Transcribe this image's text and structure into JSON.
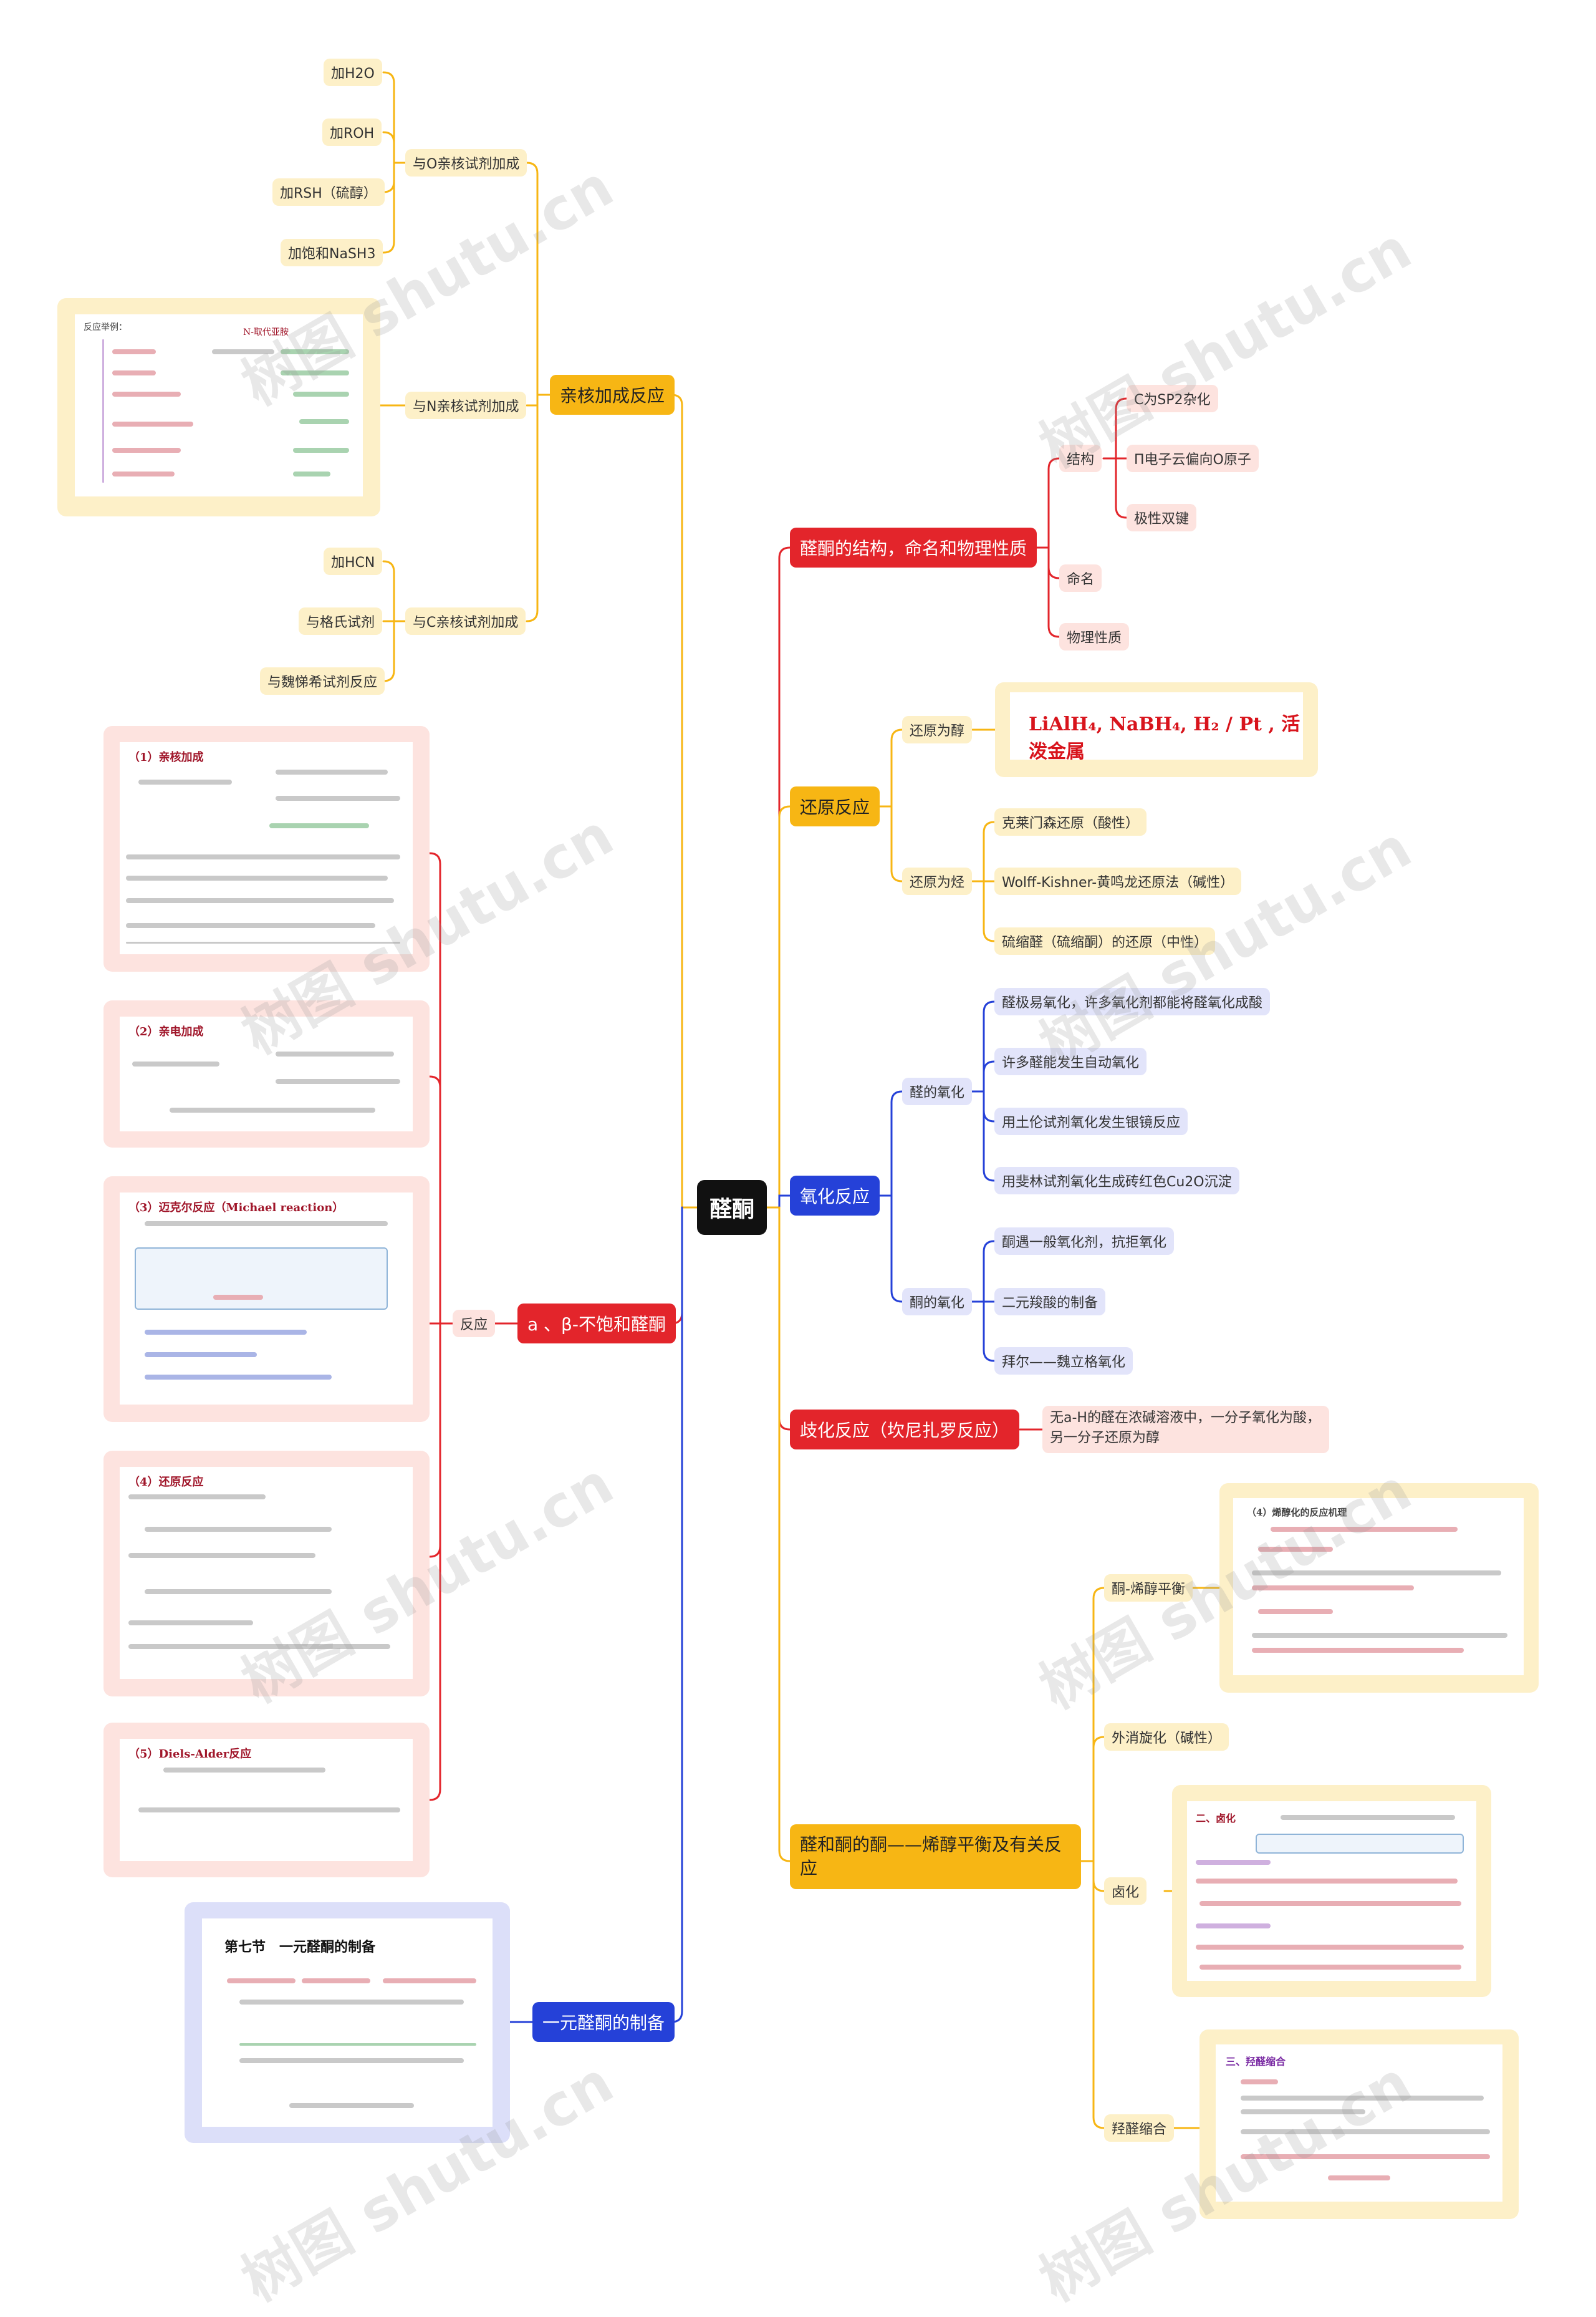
{
  "center": "醛酮",
  "branches": {
    "structure": {
      "label": "醛酮的结构，命名和物理性质",
      "items": {
        "struct": "结构",
        "sp2": "C为SP2杂化",
        "pi": "Π电子云偏向O原子",
        "polar": "极性双键",
        "naming": "命名",
        "phys": "物理性质"
      }
    },
    "reduction": {
      "label": "还原反应",
      "to_alcohol": "还原为醇",
      "to_alcohol_formula": "LiAlH₄, NaBH₄, H₂ / Pt , 活泼金属",
      "to_hydrocarbon": "还原为烃",
      "methods": [
        "克莱门森还原（酸性）",
        "Wolff-Kishner-黄鸣龙还原法（碱性）",
        "硫缩醛（硫缩酮）的还原（中性）"
      ]
    },
    "oxidation": {
      "label": "氧化反应",
      "aldehyde": "醛的氧化",
      "aldehyde_items": [
        "醛极易氧化，许多氧化剂都能将醛氧化成酸",
        "许多醛能发生自动氧化",
        "用土伦试剂氧化发生银镜反应",
        "用斐林试剂氧化生成砖红色Cu2O沉淀"
      ],
      "ketone": "酮的氧化",
      "ketone_items": [
        "酮遇一般氧化剂，抗拒氧化",
        "二元羧酸的制备",
        "拜尔——魏立格氧化"
      ]
    },
    "cannizzaro": {
      "label": "歧化反应（坎尼扎罗反应）",
      "desc": "无a-H的醛在浓碱溶液中，一分子氧化为酸，另一分子还原为醇"
    },
    "enol": {
      "label": "醛和酮的酮——烯醇平衡及有关反应",
      "items": [
        "酮-烯醇平衡",
        "外消旋化（碱性）",
        "卤化",
        "羟醛缩合"
      ]
    },
    "nucleophilic": {
      "label": "亲核加成反应",
      "o_group": "与O亲核试剂加成",
      "o_items": [
        "加H2O",
        "加ROH",
        "加RSH（硫醇）",
        "加饱和NaSH3"
      ],
      "n_group": "与N亲核试剂加成",
      "c_group": "与C亲核试剂加成",
      "c_items": [
        "加HCN",
        "与格氏试剂",
        "与魏悌希试剂反应"
      ]
    },
    "unsaturated": {
      "label": "a 、β-不饱和醛酮",
      "reaction": "反应"
    },
    "preparation": {
      "label": "一元醛酮的制备"
    }
  },
  "figures": {
    "n_reaction_title": "反应举例：",
    "n_reaction_note": "N-取代亚胺",
    "nucleophilic_add": "（1）亲核加成",
    "electrophilic_add": "（2）亲电加成",
    "michael": "（3）迈克尔反应（Michael reaction）",
    "reduction": "（4）还原反应",
    "diels_alder": "（5）Diels-Alder反应",
    "prep_title": "第七节　一元醛酮的制备",
    "keto_enol_mech": "（4）烯醇化的反应机理",
    "halogenation": "二、卤化",
    "aldol": "三、羟醛缩合"
  },
  "watermark": "树图 shutu.cn",
  "colors": {
    "red": "#e3252b",
    "yellow": "#f7b614",
    "blue": "#2541d8",
    "center": "#111111"
  }
}
